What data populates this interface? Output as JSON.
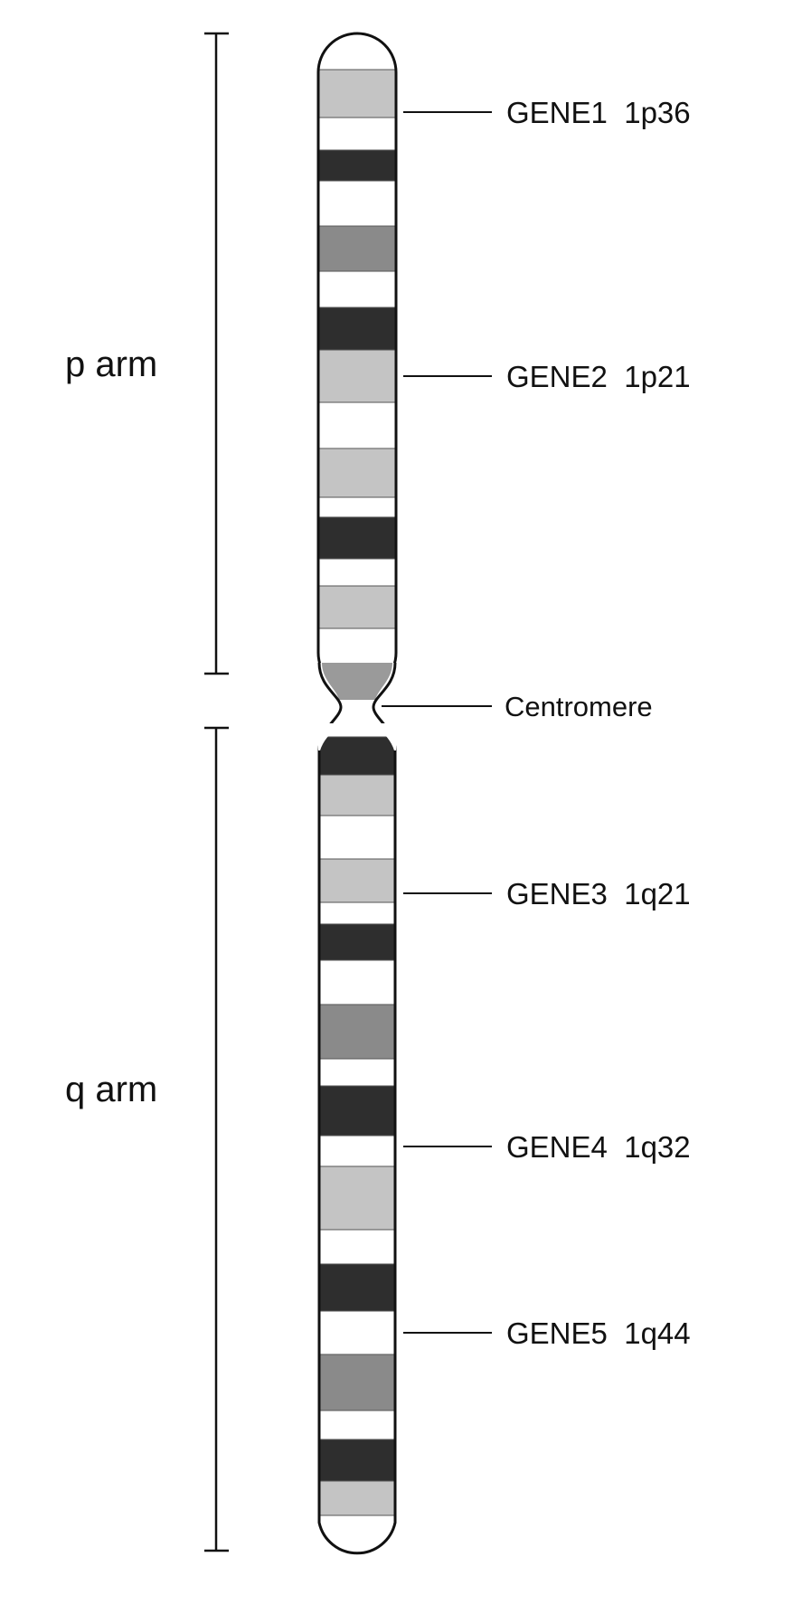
{
  "arms": {
    "p": {
      "label": "p arm"
    },
    "q": {
      "label": "q arm"
    }
  },
  "centromere": {
    "label": "Centromere"
  },
  "genes": [
    {
      "name": "GENE1",
      "locus": "1p36",
      "text": "GENE1  1p36"
    },
    {
      "name": "GENE2",
      "locus": "1p21",
      "text": "GENE2  1p21"
    },
    {
      "name": "GENE3",
      "locus": "1q21",
      "text": "GENE3  1q21"
    },
    {
      "name": "GENE4",
      "locus": "1q32",
      "text": "GENE4  1q32"
    },
    {
      "name": "GENE5",
      "locus": "1q44",
      "text": "GENE5  1q44"
    }
  ],
  "band_colors": {
    "white": "#ffffff",
    "light": "#c4c4c4",
    "medium": "#8a8a8a",
    "dark": "#2e2e2e",
    "centromere": "#9a9a9a"
  },
  "outline_color": "#111111"
}
